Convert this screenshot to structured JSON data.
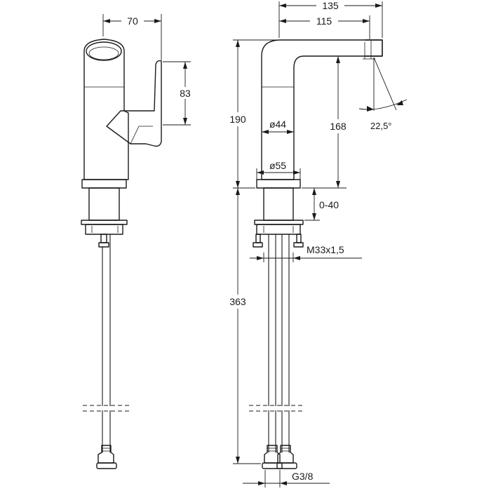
{
  "dimensions": {
    "side_width": "70",
    "lever_height": "83",
    "overall_depth": "135",
    "spout_reach": "115",
    "overall_height": "190",
    "spout_height": "168",
    "body_diameter": "ø44",
    "base_diameter": "ø55",
    "spout_angle": "22,5°",
    "deck_thickness": "0-40",
    "thread": "M33x1,5",
    "hose_length": "363",
    "hose_connection": "G3/8"
  }
}
